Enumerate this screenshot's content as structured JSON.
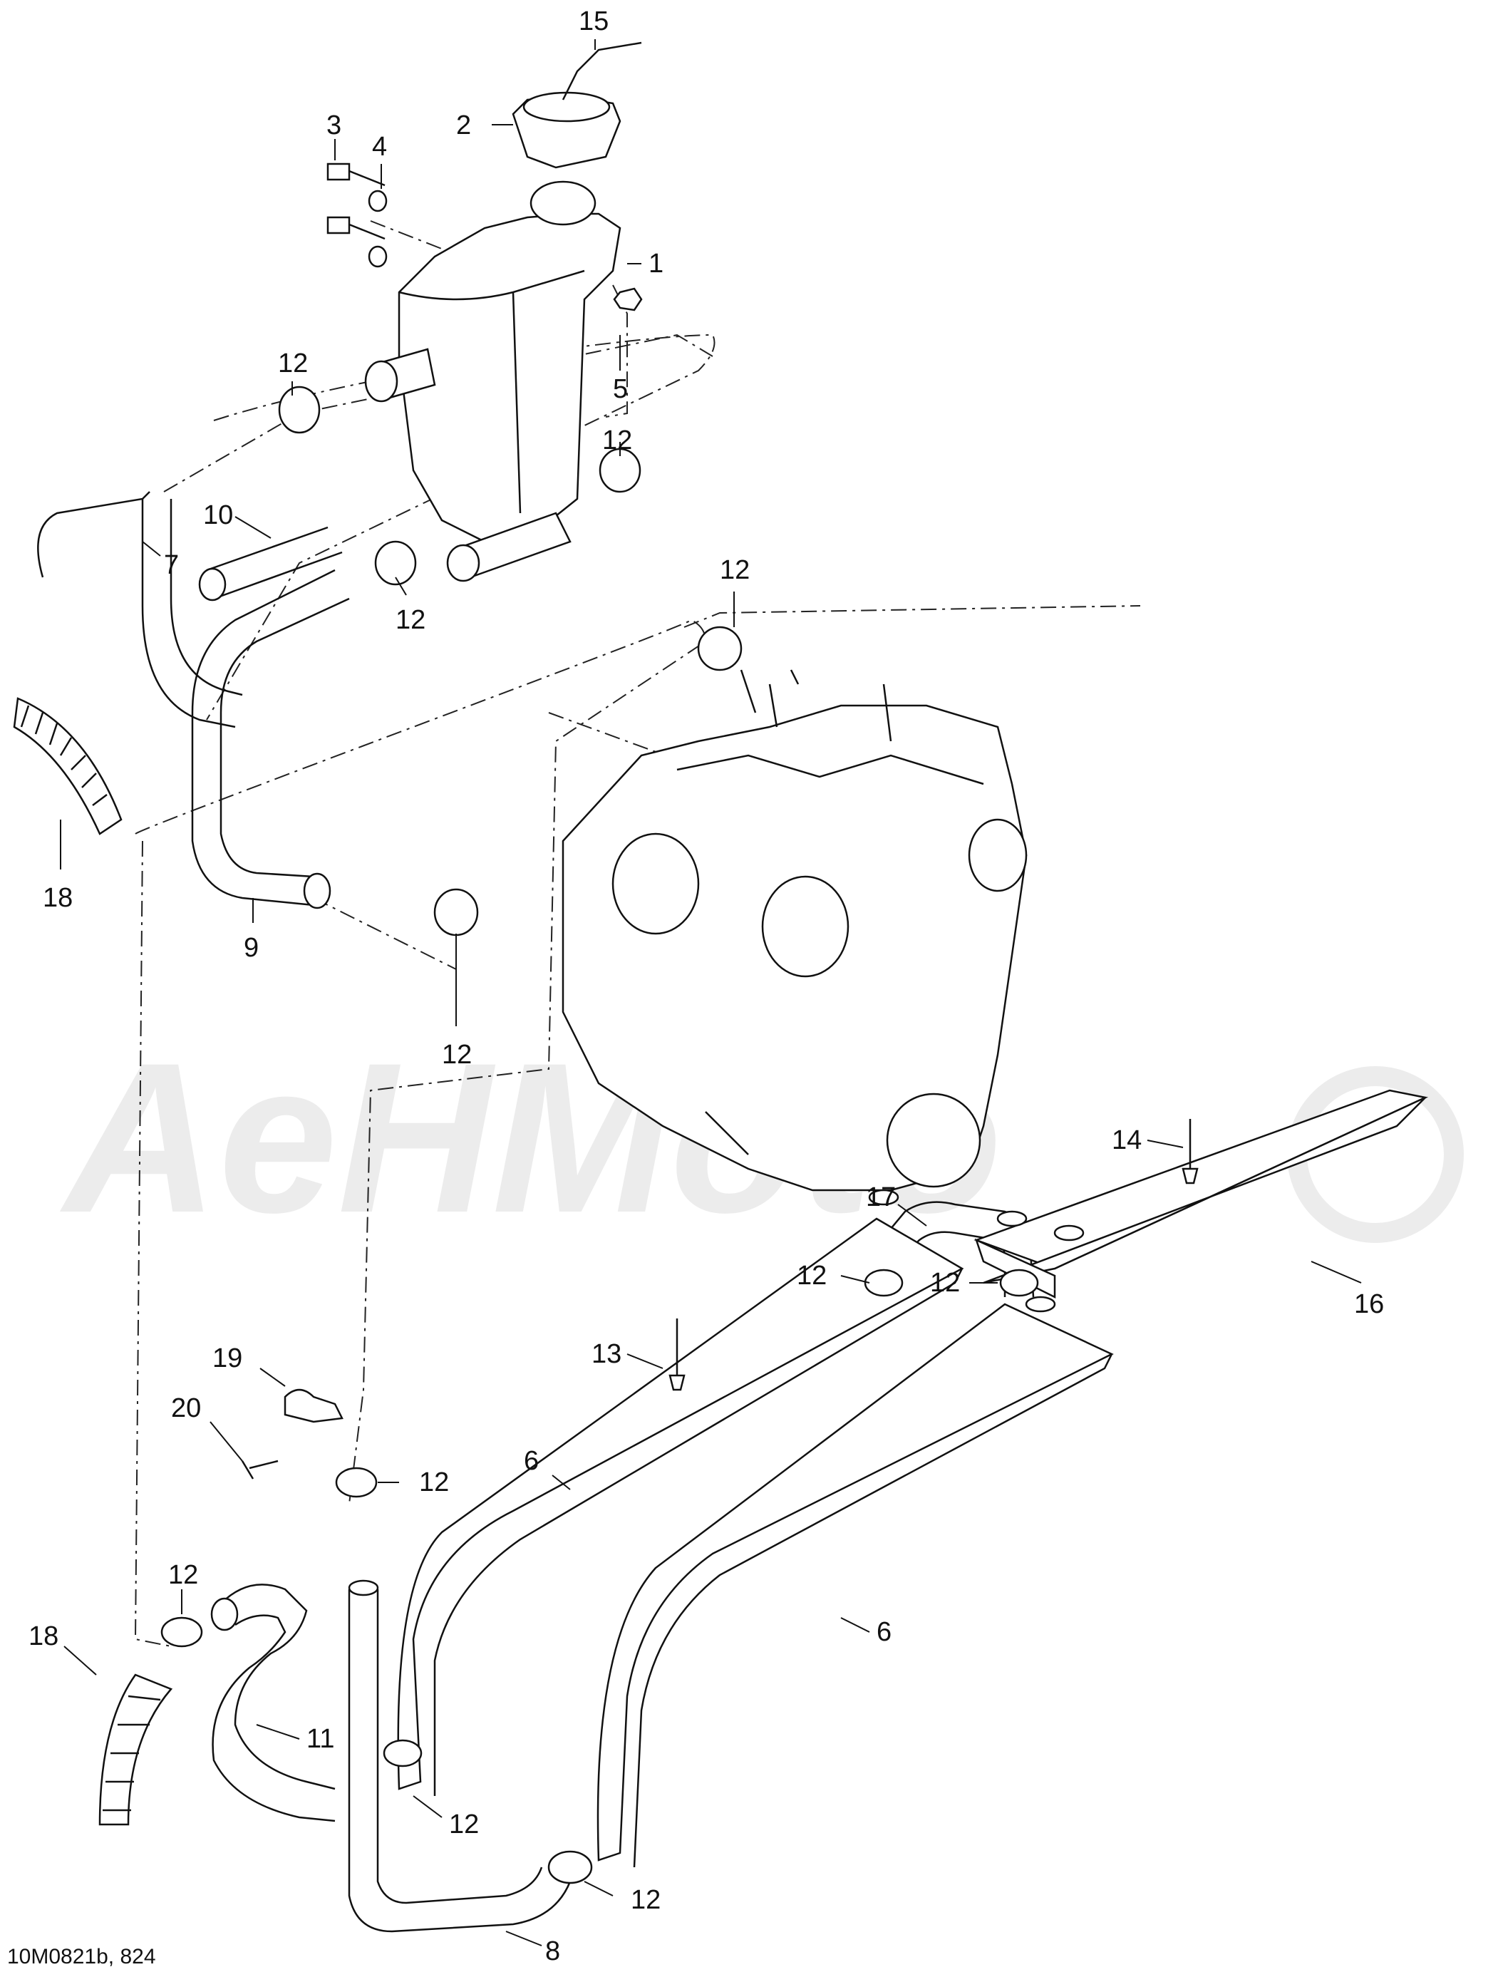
{
  "diagram_ref": "10M0821b, 824",
  "watermark": {
    "text": "AeHMoto",
    "color": "#ececec"
  },
  "callouts": [
    {
      "label": "15"
    },
    {
      "label": "2"
    },
    {
      "label": "3"
    },
    {
      "label": "4"
    },
    {
      "label": "1"
    },
    {
      "label": "5"
    },
    {
      "label": "12"
    },
    {
      "label": "12"
    },
    {
      "label": "10"
    },
    {
      "label": "7"
    },
    {
      "label": "12"
    },
    {
      "label": "12"
    },
    {
      "label": "18"
    },
    {
      "label": "9"
    },
    {
      "label": "12"
    },
    {
      "label": "14"
    },
    {
      "label": "17"
    },
    {
      "label": "12"
    },
    {
      "label": "12"
    },
    {
      "label": "16"
    },
    {
      "label": "19"
    },
    {
      "label": "13"
    },
    {
      "label": "20"
    },
    {
      "label": "6"
    },
    {
      "label": "12"
    },
    {
      "label": "12"
    },
    {
      "label": "6"
    },
    {
      "label": "18"
    },
    {
      "label": "11"
    },
    {
      "label": "12"
    },
    {
      "label": "12"
    },
    {
      "label": "8"
    }
  ]
}
